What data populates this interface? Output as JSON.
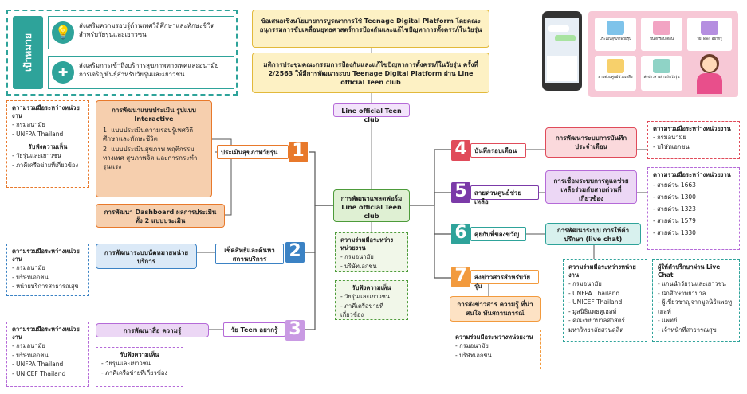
{
  "goal": {
    "title": "เป้าหมาย",
    "items": [
      "ส่งเสริมความรอบรู้ด้านเพศวิถีศึกษาและทักษะชีวิต สำหรับวัยรุ่นและเยาวชน",
      "ส่งเสริมการเข้าถึงบริการสุขภาพทางเพศและอนามัย การเจริญพันธุ์สำหรับวัยรุ่นและเยาวชน"
    ]
  },
  "top": {
    "policy": "ข้อเสนอเชิงนโยบายการบูรณาการใช้ Teenage Digital Platform โดยคณะอนุกรรมการขับเคลื่อนยุทธศาสตร์การป้องกันและแก้ไขปัญหาการตั้งครรภ์ในวัยรุ่น",
    "resolution": "มติการประชุมคณะกรรมการป้องกันและแก้ไขปัญหาการตั้งครรภ์ในวัยรุ่น ครั้งที่ 2/2563 ให้มีการพัฒนาระบบ Teenage Digital Platform ผ่าน Line official Teen club",
    "line_club": "Line official Teen club"
  },
  "phone_screen": {
    "tiles": [
      "ประเมินสุขภาพวัยรุ่น",
      "บันทึกรอบเดือน",
      "วัย Teen อยากรู้",
      "สายด่วนศูนย์ช่วยเหลือ",
      "ส่งข่าวสารสำหรับวัยรุ่น"
    ]
  },
  "center": {
    "title": "การพัฒนาแพลตฟอร์ม Line official Teen club",
    "partners_head": "ความร่วมมือระหว่างหน่วยงาน",
    "partners": [
      "กรมอนามัย",
      "บริษัทเอกชน"
    ],
    "feedback_head": "รับฟังความเห็น",
    "feedback": [
      "วัยรุ่นและเยาวชน",
      "ภาคีเครือข่ายที่เกี่ยวข้อง"
    ]
  },
  "left": {
    "b1": {
      "num": "1",
      "label": "ประเมินสุขภาพวัยรุ่น",
      "dev_title": "การพัฒนาแบบประเมิน รูปแบบ Interactive",
      "dev_items": [
        "1. แบบประเมินความรอบรู้เพศวิถีศึกษาและทักษะชีวิต",
        "2. แบบประเมินสุขภาพ พฤติกรรมทางเพศ สุขภาพจิต และการกระทำรุนแรง"
      ],
      "dashboard": "การพัฒนา Dashboard ผลการประเมินทั้ง 2 แบบประเมิน",
      "partners_head": "ความร่วมมือระหว่างหน่วยงาน",
      "partners": [
        "กรมอนามัย",
        "UNFPA Thailand"
      ],
      "feedback_head": "รับฟังความเห็น",
      "feedback": [
        "วัยรุ่นและเยาวชน",
        "ภาคีเครือข่ายที่เกี่ยวข้อง"
      ]
    },
    "b2": {
      "num": "2",
      "label": "เช็คสิทธิและค้นหาสถานบริการ",
      "dev": "การพัฒนาระบบนัดหมายหน่วยบริการ",
      "partners_head": "ความร่วมมือระหว่างหน่วยงาน",
      "partners": [
        "กรมอนามัย",
        "บริษัทเอกชน",
        "หน่วยบริการสาธารณสุข"
      ]
    },
    "b3": {
      "num": "3",
      "label": "วัย Teen อยากรู้",
      "dev": "การพัฒนาสื่อ ความรู้",
      "partners_head": "ความร่วมมือระหว่างหน่วยงาน",
      "partners": [
        "กรมอนามัย",
        "บริษัทเอกชน",
        "UNFPA Thailand",
        "UNICEF Thailand"
      ],
      "feedback_head": "รับฟังความเห็น",
      "feedback": [
        "วัยรุ่นและเยาวชน",
        "ภาคีเครือข่ายที่เกี่ยวข้อง"
      ]
    }
  },
  "right": {
    "b4": {
      "num": "4",
      "label": "บันทึกรอบเดือน",
      "dev": "การพัฒนาระบบการบันทึกประจำเดือน",
      "partners_head": "ความร่วมมือระหว่างหน่วยงาน",
      "partners": [
        "กรมอนามัย",
        "บริษัทเอกชน"
      ]
    },
    "b5": {
      "num": "5",
      "label": "สายด่วนศูนย์ช่วยเหลือ",
      "dev": "การเชื่อมระบบการดูแลช่วยเหลือร่วมกับสายด่วนที่เกี่ยวข้อง",
      "partners_head": "ความร่วมมือระหว่างหน่วยงาน",
      "partners": [
        "สายด่วน 1663",
        "สายด่วน 1300",
        "สายด่วน 1323",
        "สายด่วน 1579",
        "สายด่วน 1330"
      ]
    },
    "b6": {
      "num": "6",
      "label": "คุยกับพี่ของขวัญ",
      "dev": "การพัฒนาระบบ การให้คำปรึกษา (live chat)",
      "partners_head": "ความร่วมมือระหว่างหน่วยงาน",
      "partners": [
        "กรมอนามัย",
        "UNFPA Thailand",
        "UNICEF Thailand",
        "มูลนิธิแพธทูเฮลท์",
        "คณะพยาบาลศาสตร์ มหาวิทยาลัยสวนดุสิต"
      ],
      "counsel_head": "ผู้ให้คำปรึกษาผ่าน Live Chat",
      "counsel": [
        "แกนนำวัยรุ่นและเยาวชน",
        "นักศึกษาพยาบาล",
        "ผู้เชี่ยวชาญจากมูลนิธิแพธทูเฮลท์",
        "แพทย์",
        "เจ้าหน้าที่สาธารณสุข"
      ]
    },
    "b7": {
      "num": "7",
      "label": "ส่งข่าวสารสำหรับวัยรุ่น",
      "dev": "การส่งข่าวสาร ความรู้ ที่น่าสนใจ ทันสถานการณ์",
      "partners_head": "ความร่วมมือระหว่างหน่วยงาน",
      "partners": [
        "กรมอนามัย",
        "บริษัทเอกชน"
      ]
    }
  },
  "colors": {
    "orange": "#e8792b",
    "orange_fill": "#f6cfae",
    "blue": "#3b82c4",
    "blue_fill": "#dbe9f7",
    "purple": "#b56ad8",
    "purple_fill": "#ecd7f5",
    "red": "#e04b5a",
    "red_fill": "#fbd9dc",
    "violet": "#7b3aa8",
    "teal": "#2ea39a",
    "teal_fill": "#d8f1ee",
    "green": "#4d9b3a",
    "green_fill": "#f1f7e9",
    "yellow_fill": "#fdf1c4",
    "yellow": "#e2b93b"
  }
}
